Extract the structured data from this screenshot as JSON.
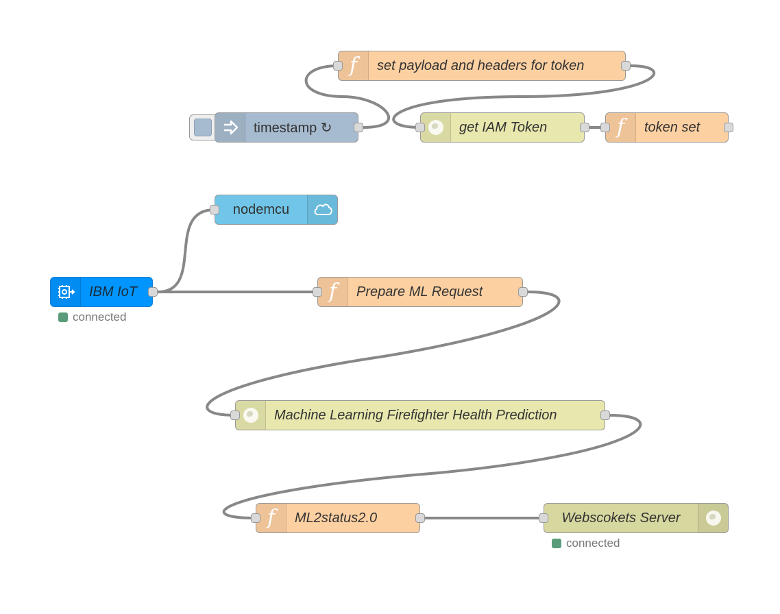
{
  "nodes": {
    "set_payload": {
      "label": "set payload and headers for token",
      "icon": "function-icon"
    },
    "timestamp": {
      "label": "timestamp ↻",
      "icon": "inject-arrow-icon"
    },
    "get_iam": {
      "label": "get IAM Token",
      "icon": "globe-icon"
    },
    "token_set": {
      "label": "token set",
      "icon": "function-icon"
    },
    "nodemcu": {
      "label": "nodemcu",
      "icon": "cloud-icon"
    },
    "ibm_iot": {
      "label": "IBM IoT",
      "icon": "iot-chip-icon",
      "status": "connected"
    },
    "prepare_ml": {
      "label": "Prepare ML Request",
      "icon": "function-icon"
    },
    "ml_prediction": {
      "label": "Machine Learning Firefighter Health Prediction",
      "icon": "globe-icon"
    },
    "ml2status": {
      "label": "ML2status2.0",
      "icon": "function-icon"
    },
    "websockets": {
      "label": "Webscokets Server",
      "icon": "globe-icon",
      "status": "connected"
    }
  },
  "colors": {
    "function": "#fdd0a2",
    "inject": "#a6bbcf",
    "http_request": "#e7e7ae",
    "cloud": "#70c5e8",
    "ibm_iot": "#0095ff",
    "websocket": "#d7d7a0",
    "wire": "#888888",
    "status_connected": "#5a9c7a"
  }
}
